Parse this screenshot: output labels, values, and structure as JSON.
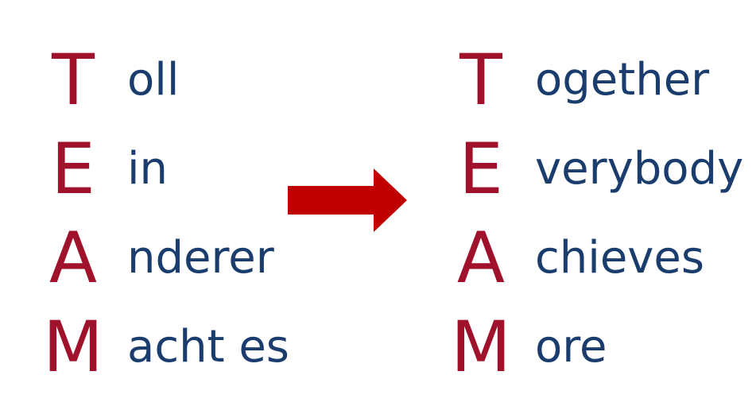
{
  "colors": {
    "letter": "#a0112b",
    "word": "#1b3d6e",
    "arrow": "#c00000"
  },
  "left_acronym": {
    "letters": [
      "T",
      "E",
      "A",
      "M"
    ],
    "words": [
      "oll",
      "in",
      "nderer",
      "acht es"
    ]
  },
  "right_acronym": {
    "letters": [
      "T",
      "E",
      "A",
      "M"
    ],
    "words": [
      "ogether",
      "verybody",
      "chieves",
      "ore"
    ]
  },
  "arrow_icon": "right-arrow-icon"
}
